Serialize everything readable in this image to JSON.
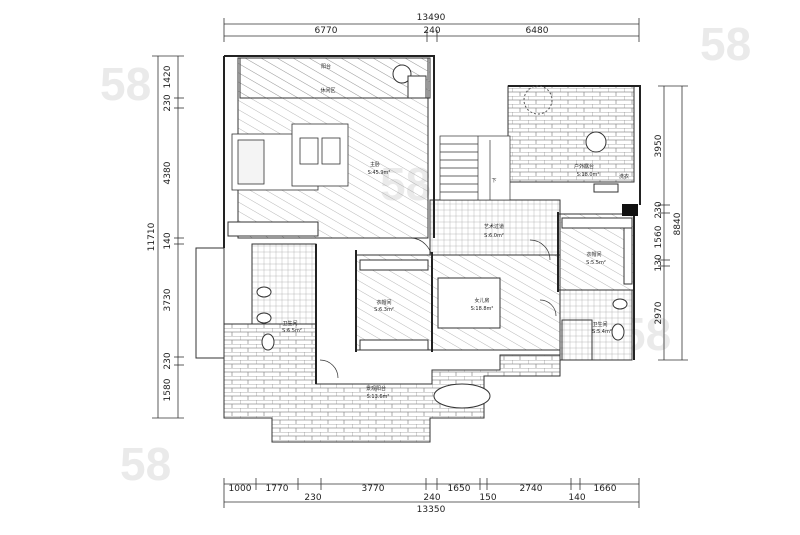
{
  "plan": {
    "top_dims": {
      "total": "13490",
      "segments": [
        "6770",
        "240",
        "6480"
      ]
    },
    "bottom_dims": {
      "segments": [
        "1000",
        "1770",
        "3770",
        "1650",
        "2740",
        "1660"
      ],
      "sub": [
        "230",
        "240",
        "150",
        "140"
      ],
      "total": "13350"
    },
    "left_dims": {
      "segments": [
        "1420",
        "230",
        "4380",
        "140",
        "3730",
        "230",
        "1580"
      ],
      "total": "11710"
    },
    "right_dims": {
      "segments": [
        "3950",
        "230",
        "1560",
        "130",
        "2970"
      ],
      "total": "8840"
    },
    "rooms": {
      "balcony": "阳台",
      "leisure": "休闲区",
      "master": "主卧",
      "master_area": "S:45.9m²",
      "outdoor": "户外露台",
      "outdoor_area": "S:18.0m²",
      "corridor": "艺术过道",
      "corridor_area": "S:6.0m²",
      "down": "下",
      "closet": "衣帽间",
      "closet_area": "S:6.3m²",
      "daughter": "女儿房",
      "daughter_area": "S:18.8m²",
      "closet2": "衣帽间",
      "closet2_area": "S:5.5m²",
      "bath1": "卫生间",
      "bath1_area": "S:6.5m²",
      "bath2": "卫生间",
      "bath2_area": "S:5.4m²",
      "terrace": "景观阳台",
      "terrace_area": "S:13.6m²",
      "note": "洗衣"
    },
    "watermark": "58"
  }
}
